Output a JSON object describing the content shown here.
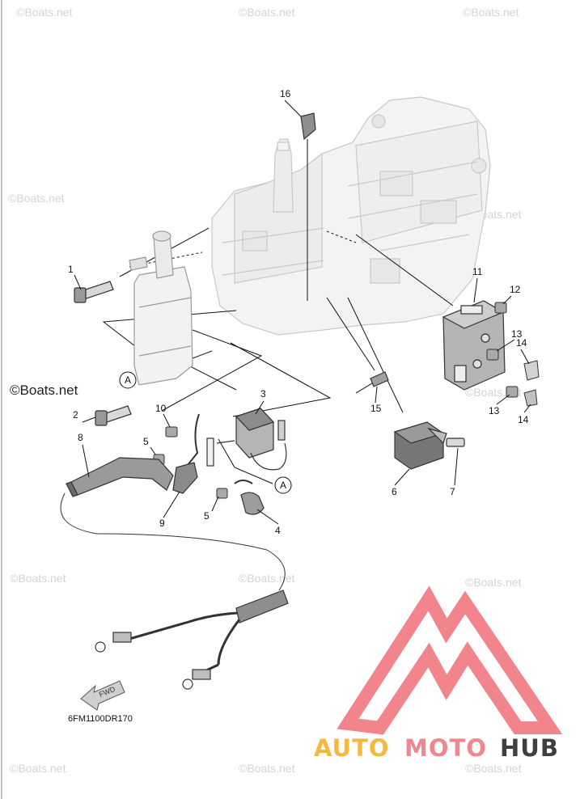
{
  "watermark": {
    "text": "©Boats.net"
  },
  "diagram_code": "6FM1100DR170",
  "fwd_label": "FWD",
  "reference_marker": "A",
  "callouts": [
    "1",
    "2",
    "3",
    "4",
    "5",
    "5",
    "6",
    "7",
    "8",
    "9",
    "10",
    "11",
    "12",
    "13",
    "13",
    "14",
    "14",
    "15",
    "16"
  ],
  "brand": {
    "part1": "AUTO",
    "part2": "MOTO",
    "part3": "HUB",
    "color1": "#f5b941",
    "color2": "#f3868c",
    "color3": "#3f3f3f",
    "logo_color": "#f07078"
  }
}
